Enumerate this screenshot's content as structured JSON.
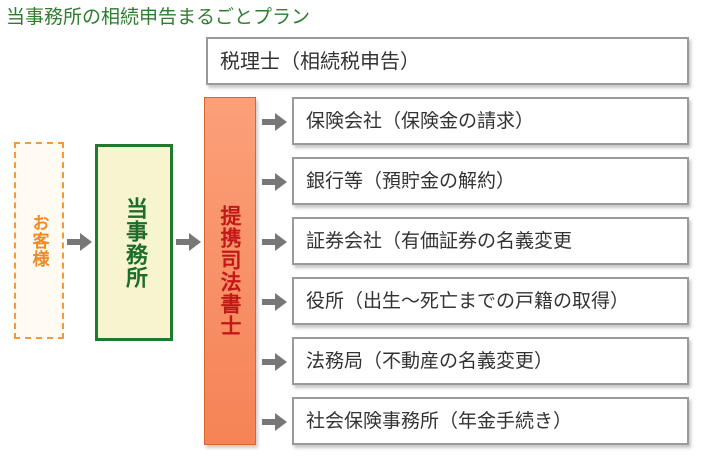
{
  "title": "当事務所の相続申告まるごとプラン",
  "tax_accountant": "税理士（相続税申告）",
  "customer": "お客様",
  "office": "当事務所",
  "scrivener": "提携司法書士",
  "items": [
    "保険会社（保険金の請求）",
    "銀行等（預貯金の解約）",
    "証券会社（有価証券の名義変更",
    "役所（出生～死亡までの戸籍の取得）",
    "法務局（不動産の名義変更）",
    "社会保険事務所（年金手続き）"
  ],
  "colors": {
    "title": "#2e7d2e",
    "customer": "#f08a24",
    "office_border": "#1f7a2e",
    "office_fill": "#f7f4d0",
    "scrivener_fill": "#f58355",
    "scrivener_text": "#c41818",
    "arrow": "#777777"
  },
  "icons": [
    "arrow-right-icon"
  ]
}
